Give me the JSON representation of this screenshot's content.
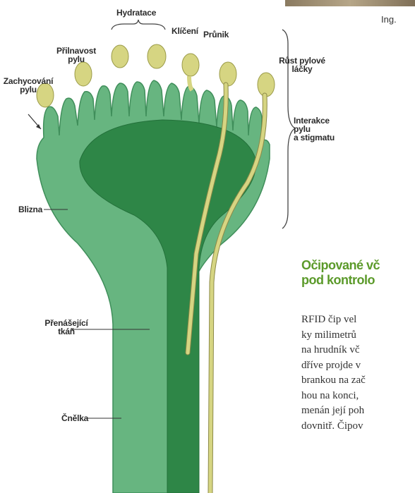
{
  "credit": "Ing.",
  "labels": {
    "hydratace": "Hydratace",
    "kliceni": "Klíčení",
    "prunik": "Průnik",
    "prilnavost": [
      "Přilnavost",
      "pylu"
    ],
    "zachycovani": [
      "Zachycování",
      "pylu"
    ],
    "rust": [
      "Růst pylové",
      "láčky"
    ],
    "interakce": [
      "Interakce",
      "pylu",
      "a stigmatu"
    ],
    "blizna": "Blizna",
    "prenasejici": [
      "Přenášející",
      "tkáň"
    ],
    "cnelka": "Čnělka"
  },
  "article": {
    "heading": [
      "Očipované vč",
      "pod kontrolo"
    ],
    "lines": [
      "RFID čip vel",
      "ky milimetrů",
      "na hrudník vč",
      "dříve projde v",
      "brankou na zač",
      "hou na konci,",
      "menán její poh",
      "dovnitř. Čipov"
    ]
  },
  "colors": {
    "light_green": "#67b580",
    "dark_green": "#2e8647",
    "pollen": "#d6d582",
    "heading_green": "#5b9a2a"
  }
}
